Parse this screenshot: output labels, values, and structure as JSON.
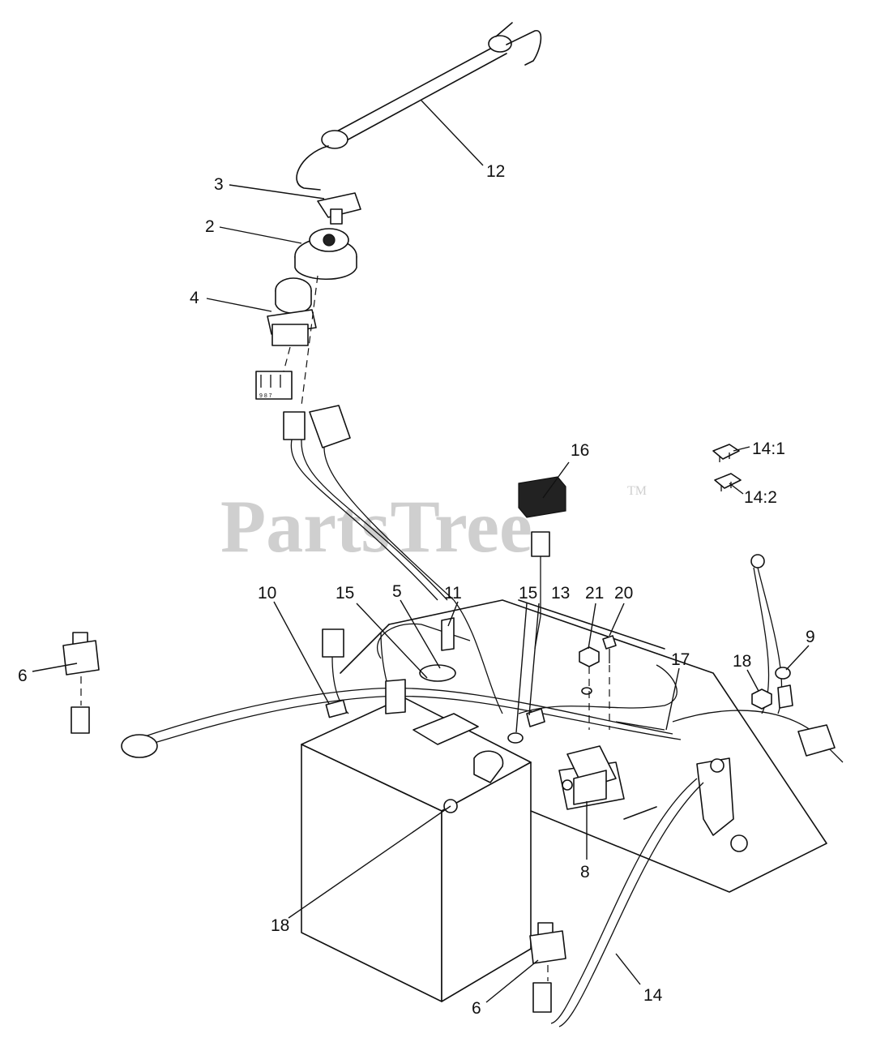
{
  "watermark": {
    "brand": "PartsTree",
    "trademark": "TM"
  },
  "callouts": [
    {
      "label": "12"
    },
    {
      "label": "3"
    },
    {
      "label": "2"
    },
    {
      "label": "4"
    },
    {
      "label": "16"
    },
    {
      "label": "14:1"
    },
    {
      "label": "14:2"
    },
    {
      "label": "10"
    },
    {
      "label": "15"
    },
    {
      "label": "5"
    },
    {
      "label": "11"
    },
    {
      "label": "15"
    },
    {
      "label": "13"
    },
    {
      "label": "21"
    },
    {
      "label": "20"
    },
    {
      "label": "9"
    },
    {
      "label": "18"
    },
    {
      "label": "6"
    },
    {
      "label": "17"
    },
    {
      "label": "8"
    },
    {
      "label": "18"
    },
    {
      "label": "6"
    },
    {
      "label": "14"
    }
  ]
}
